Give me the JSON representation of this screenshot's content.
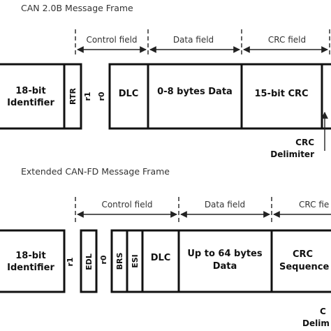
{
  "frame1": {
    "title": "CAN 2.0B Message Frame",
    "sections": [
      "Control field",
      "Data field",
      "CRC field"
    ],
    "fields": [
      {
        "id": "identifier",
        "lines": [
          "18-bit",
          "Identifier"
        ]
      },
      {
        "id": "rtr",
        "label": "RTR"
      },
      {
        "id": "r1",
        "label": "r1"
      },
      {
        "id": "r0",
        "label": "r0"
      },
      {
        "id": "dlc",
        "label": "DLC"
      },
      {
        "id": "data",
        "label": "0-8 bytes Data"
      },
      {
        "id": "crc",
        "label": "15-bit CRC"
      }
    ],
    "delimiter": [
      "CRC",
      "Delimiter"
    ]
  },
  "frame2": {
    "title": "Extended CAN-FD Message Frame",
    "sections": [
      "Control field",
      "Data field",
      "CRC fie"
    ],
    "fields": [
      {
        "id": "identifier",
        "lines": [
          "18-bit",
          "Identifier"
        ]
      },
      {
        "id": "r1",
        "label": "r1"
      },
      {
        "id": "edl",
        "label": "EDL"
      },
      {
        "id": "r0",
        "label": "r0"
      },
      {
        "id": "brs",
        "label": "BRS"
      },
      {
        "id": "esi",
        "label": "ESI"
      },
      {
        "id": "dlc",
        "label": "DLC"
      },
      {
        "id": "data",
        "lines": [
          "Up to 64 bytes",
          "Data"
        ]
      },
      {
        "id": "crc",
        "lines": [
          "CRC",
          "Sequence"
        ]
      }
    ],
    "delimiter": [
      "C",
      "Delim"
    ]
  }
}
